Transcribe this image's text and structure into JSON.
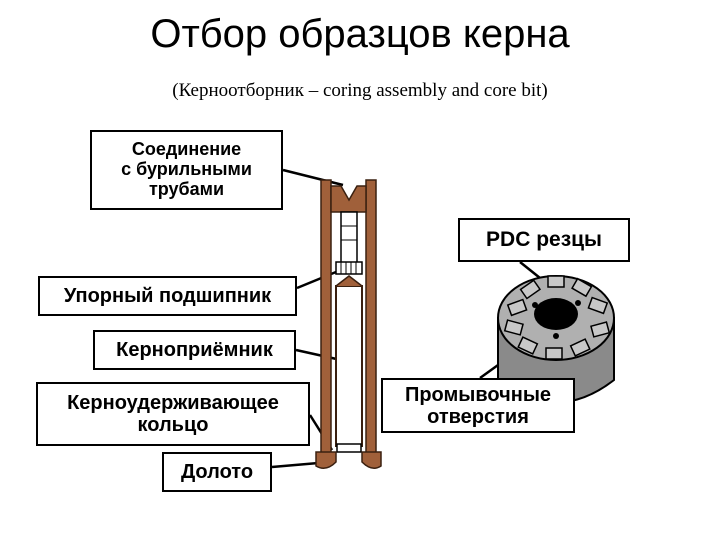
{
  "title": "Отбор образцов керна",
  "subtitle": "(Керноотборник – coring assembly and core bit)",
  "labels": {
    "connection": [
      "Соединение",
      "с бурильными",
      "трубами"
    ],
    "pdc": "PDC резцы",
    "bearing": "Упорный подшипник",
    "core_barrel": "Керноприёмник",
    "core_catcher": [
      "Керноудерживающее",
      "кольцо"
    ],
    "flushing": [
      "Промывочные",
      "отверстия"
    ],
    "bit": "Долото"
  },
  "colors": {
    "tool_body": "#a0603a",
    "tool_outline": "#3a2010",
    "bit_steel": "#8a8a8a",
    "cutter": "#c8c8c8"
  }
}
